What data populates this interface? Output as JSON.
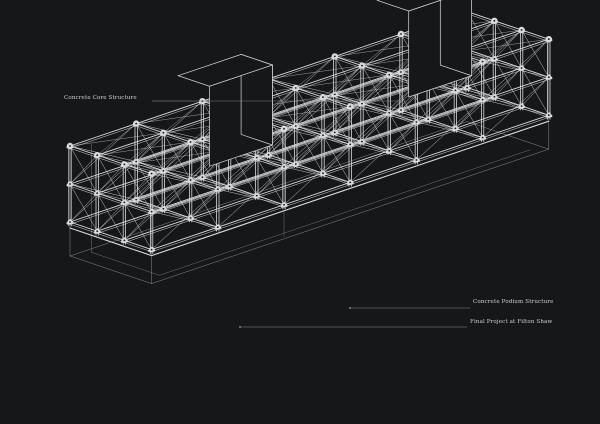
{
  "annotations": {
    "core": "Concrete Core Structure",
    "podium": "Concrete Podium Structure",
    "project": "Final Project at Filton Shaw"
  },
  "colors": {
    "background": "#161719",
    "structure": "#d9dadc",
    "ghost": "#8a8c90",
    "leader": "#9a9c9f"
  }
}
